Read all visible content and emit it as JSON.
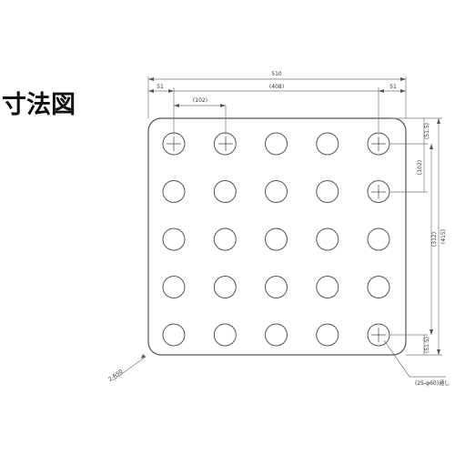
{
  "heading": "寸法図",
  "dimensions": {
    "overall_width": "510",
    "inner_width": "(408)",
    "left_offset": "51",
    "right_offset": "51",
    "pitch": "(102)",
    "top_offset": "(51.5)",
    "vertical_pitch": "(102)",
    "inner_height": "(312)",
    "bottom_offset": "(51.5)",
    "overall_height": "(415)",
    "corner_radius": "2-R50",
    "hole_spec": "(25-φ60)通し"
  },
  "plate": {
    "hole_rows": 5,
    "hole_cols": 5
  },
  "colors": {
    "line": "#555555",
    "text": "#333333"
  }
}
